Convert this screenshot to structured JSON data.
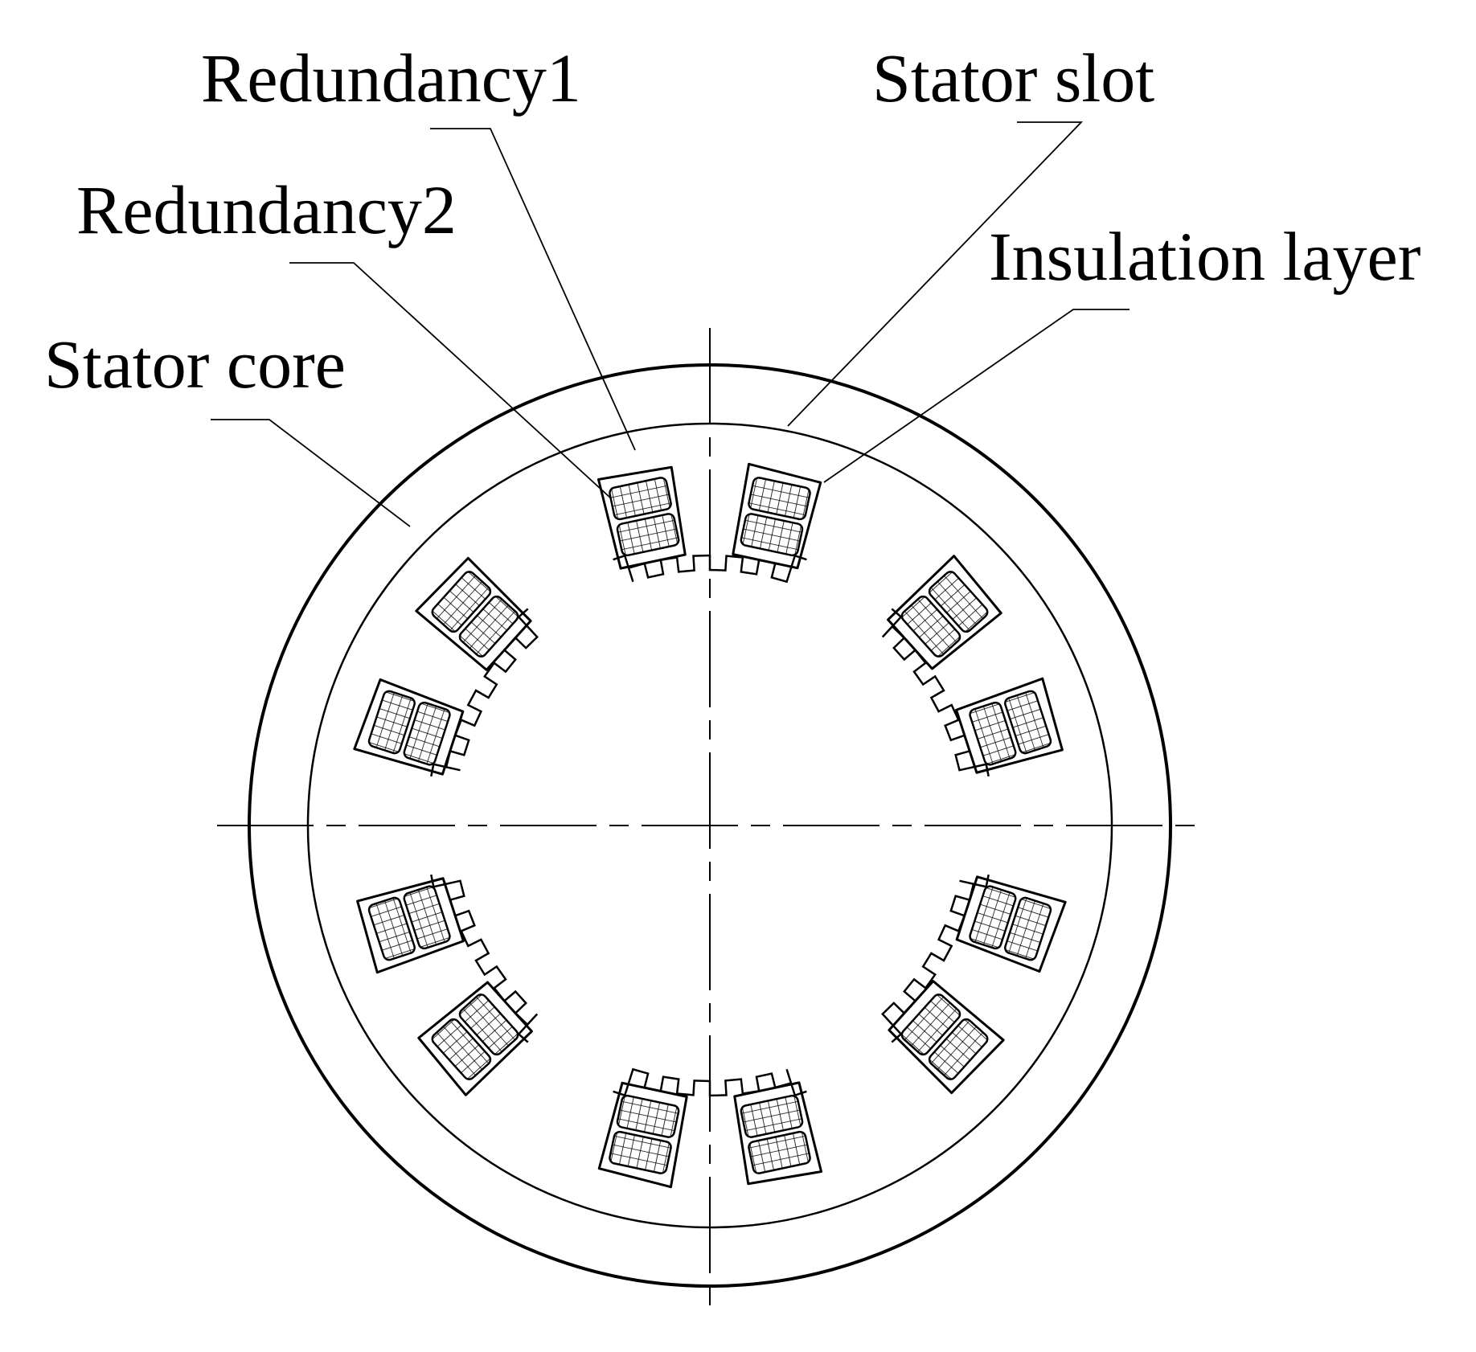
{
  "labels": {
    "redundancy1": "Redundancy1",
    "redundancy2": "Redundancy2",
    "stator_core": "Stator core",
    "stator_slot": "Stator slot",
    "insulation_layer": "Insulation layer"
  },
  "colors": {
    "line": "#000000",
    "background": "#ffffff"
  },
  "diagram": {
    "slot_count": 12,
    "coils_per_slot": 2,
    "rotor_teeth_groups": 6,
    "teeth_per_group": 5
  }
}
